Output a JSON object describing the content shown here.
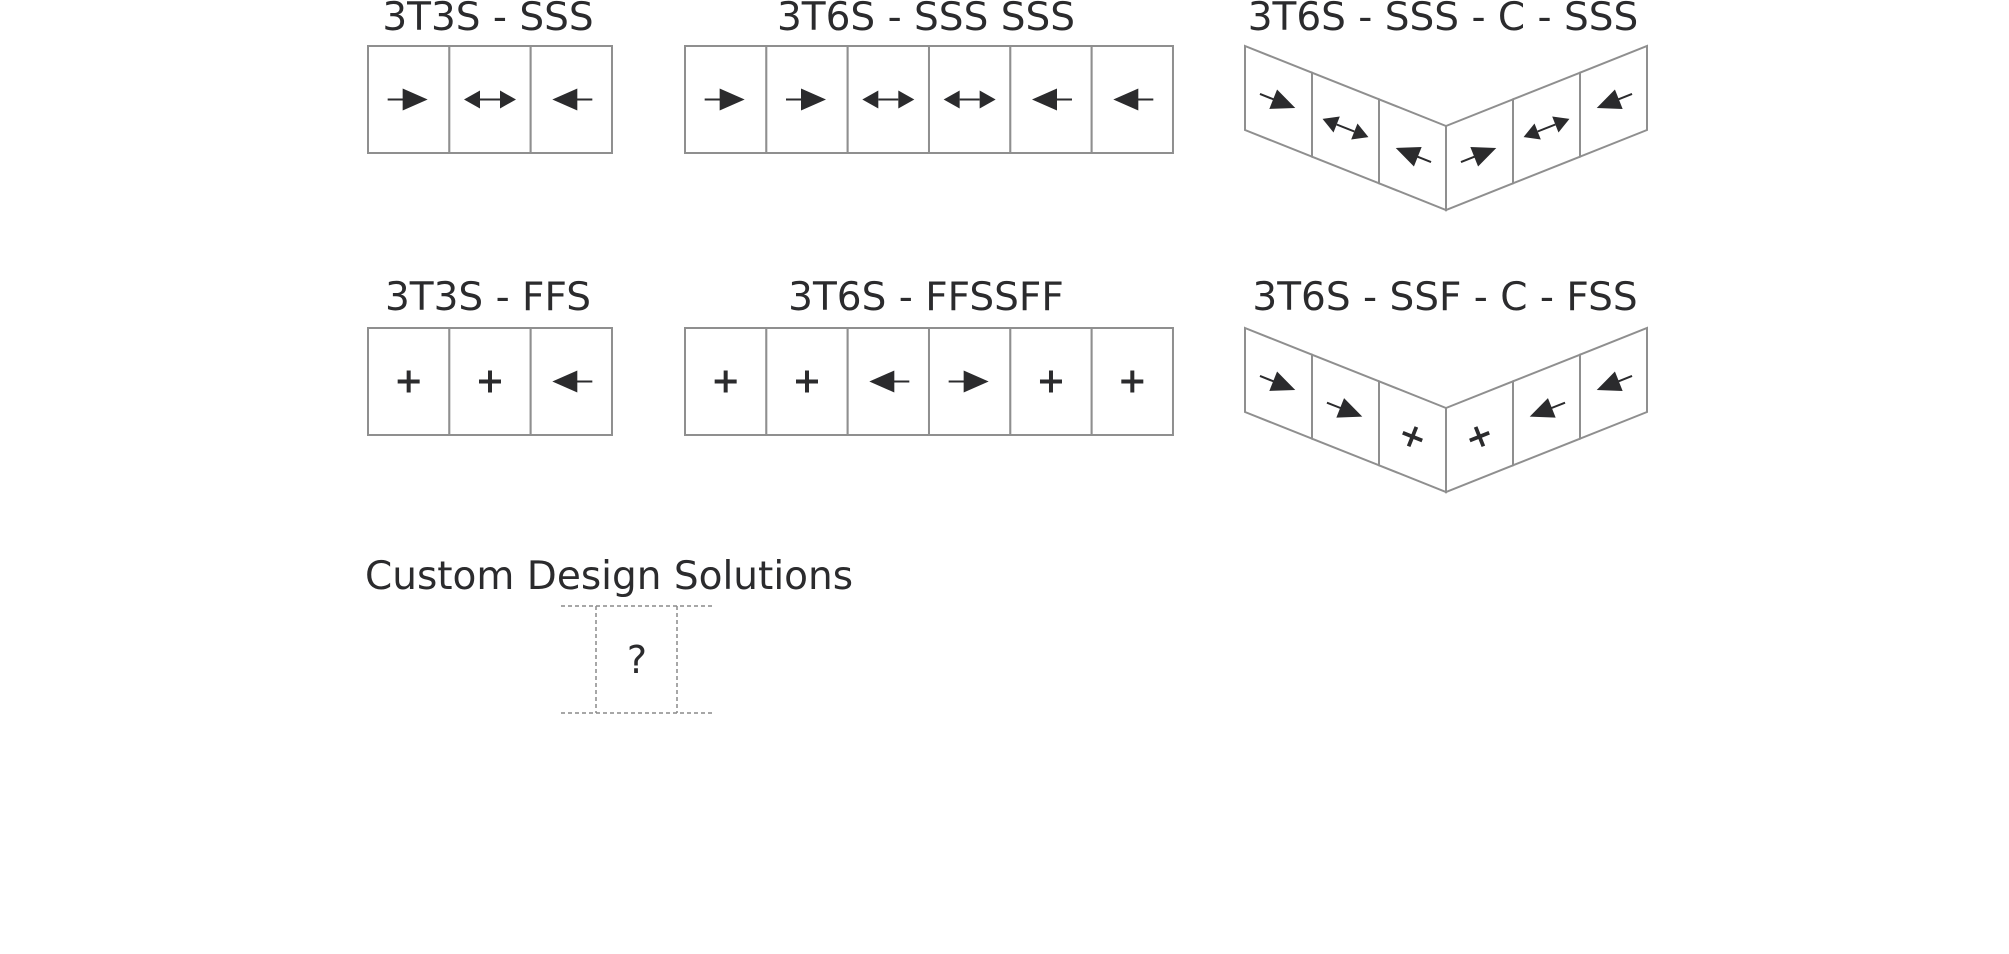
{
  "configurations": [
    {
      "label": "3T3S - SSS",
      "shape": "straight",
      "cells": [
        "right",
        "both",
        "left"
      ]
    },
    {
      "label": "3T6S - SSS SSS",
      "shape": "straight",
      "cells": [
        "right",
        "right",
        "both",
        "both",
        "left",
        "left"
      ]
    },
    {
      "label": "3T6S - SSS - C - SSS",
      "shape": "chevron",
      "cells": [
        "right",
        "both",
        "left",
        "right",
        "both",
        "left"
      ]
    },
    {
      "label": "3T3S - FFS",
      "shape": "straight",
      "cells": [
        "plus",
        "plus",
        "left"
      ]
    },
    {
      "label": "3T6S - FFSSFF",
      "shape": "straight",
      "cells": [
        "plus",
        "plus",
        "left",
        "right",
        "plus",
        "plus"
      ]
    },
    {
      "label": "3T6S - SSF - C - FSS",
      "shape": "chevron",
      "cells": [
        "right",
        "right",
        "plus",
        "plus",
        "left",
        "left"
      ]
    }
  ],
  "custom": {
    "title": "Custom Design Solutions",
    "placeholder": "?"
  },
  "icons": {
    "slide_right": "arrow-right-icon",
    "slide_left": "arrow-left-icon",
    "slide_both": "double-arrow-icon",
    "fixed": "plus-icon"
  },
  "colors": {
    "ink": "#2b2b2d",
    "outline": "#8f8f8f"
  }
}
